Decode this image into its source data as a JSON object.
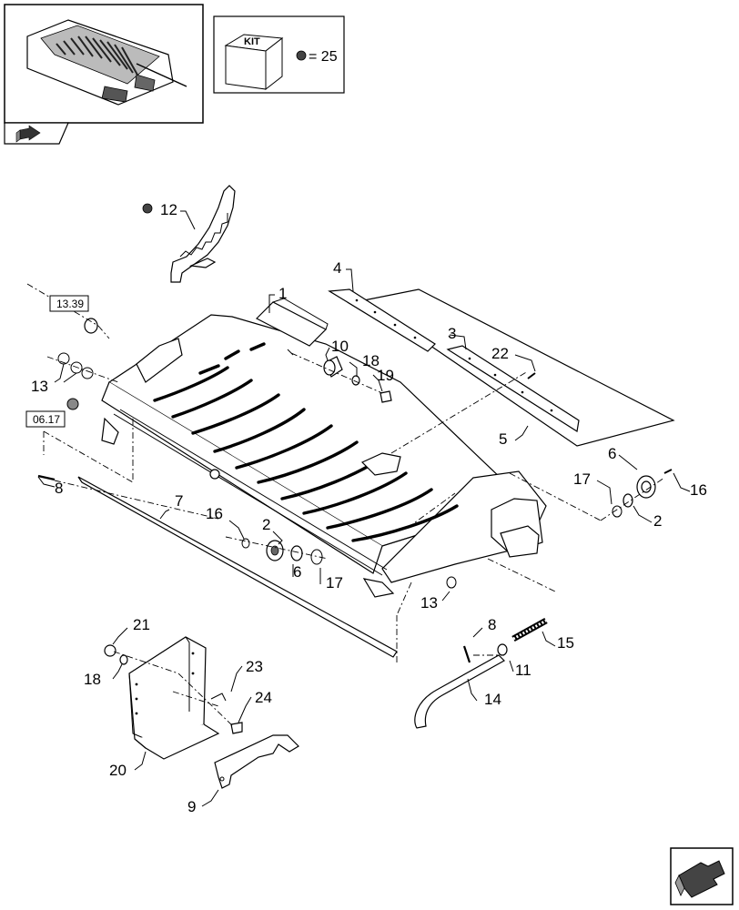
{
  "kit": {
    "label": "KIT",
    "symbol_value": "= 25",
    "symbol": "kit-dot-icon"
  },
  "references": {
    "ref_top": "13.39",
    "ref_left": "06.17"
  },
  "callouts": {
    "c1": "1",
    "c2a": "2",
    "c2b": "2",
    "c3": "3",
    "c4": "4",
    "c5": "5",
    "c6a": "6",
    "c6b": "6",
    "c7": "7",
    "c8a": "8",
    "c8b": "8",
    "c9": "9",
    "c10": "10",
    "c11": "11",
    "c12": "12",
    "c13a": "13",
    "c13b": "13",
    "c14": "14",
    "c15": "15",
    "c16a": "16",
    "c16b": "16",
    "c17a": "17",
    "c17b": "17",
    "c18a": "18",
    "c18b": "18",
    "c19": "19",
    "c20": "20",
    "c21": "21",
    "c22": "22",
    "c23": "23",
    "c24": "24"
  },
  "icons": {
    "thumbnail": "assembly-thumbnail",
    "back_arrow": "back-arrow-icon",
    "next_arrow": "next-page-arrow-icon",
    "kit_box": "kit-cube-icon"
  },
  "colors": {
    "line": "#000000",
    "kit_dot": "#444444",
    "background": "#ffffff"
  }
}
